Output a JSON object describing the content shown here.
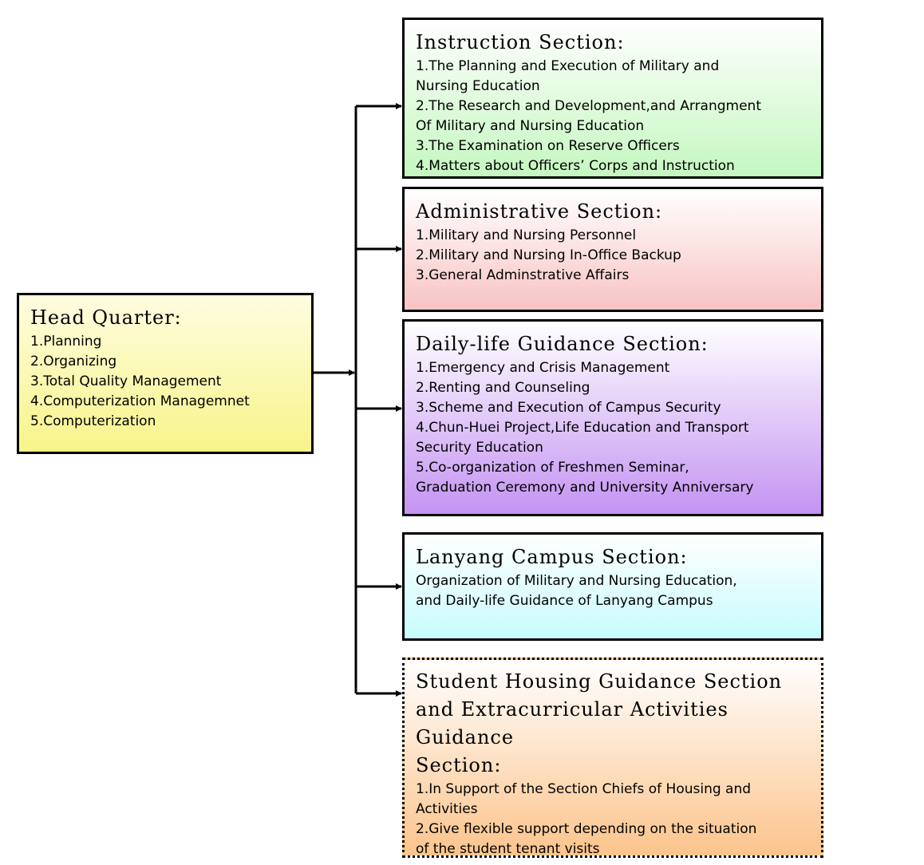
{
  "head_quarter": {
    "title": "Head Quarter:",
    "items": [
      "1.Planning",
      "2.Organizing",
      "3.Total Quality Management",
      "4.Computerization Managemnet",
      "5.Computerization"
    ]
  },
  "sections": [
    {
      "title": "Instruction Section:",
      "items": [
        "1.The Planning and Execution of Military and",
        "Nursing Education",
        "2.The Research and Development,and Arrangment",
        "Of Military and Nursing Education",
        "3.The Examination on Reserve Officers",
        "4.Matters about Officers’ Corps and Instruction"
      ]
    },
    {
      "title": "Administrative Section:",
      "items": [
        "1.Military and Nursing Personnel",
        "2.Military and Nursing In-Office Backup",
        "3.General Adminstrative Affairs"
      ]
    },
    {
      "title": "Daily-life Guidance Section:",
      "items": [
        "1.Emergency and Crisis Management",
        "2.Renting and Counseling",
        "3.Scheme and Execution of Campus Security",
        "4.Chun-Huei Project,Life Education and Transport",
        "Security Education",
        "5.Co-organization of Freshmen Seminar,",
        "Graduation Ceremony and University Anniversary"
      ]
    },
    {
      "title": "Lanyang Campus Section:",
      "items": [
        "Organization of Military and Nursing Education,",
        "and Daily-life Guidance of Lanyang Campus"
      ]
    },
    {
      "title_lines": [
        "Student Housing Guidance Section",
        "and Extracurricular Activities",
        "Guidance",
        "Section:"
      ],
      "items": [
        "1.In Support of the Section Chiefs of Housing and",
        "Activities",
        "2.Give flexible support depending on the situation",
        "of the student tenant visits"
      ]
    }
  ]
}
